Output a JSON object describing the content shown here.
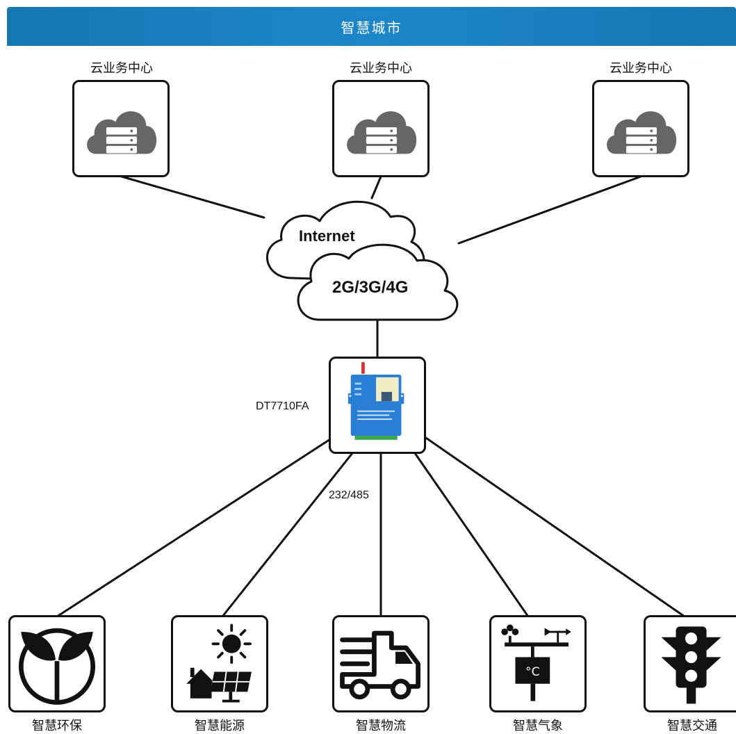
{
  "header": {
    "title": "智慧城市"
  },
  "cloud_centers": [
    {
      "label": "云业务中心",
      "icon": "cloud-server-icon"
    },
    {
      "label": "云业务中心",
      "icon": "cloud-server-icon"
    },
    {
      "label": "云业务中心",
      "icon": "cloud-server-icon"
    }
  ],
  "network": {
    "internet_label": "Internet",
    "cellular_label": "2G/3G/4G"
  },
  "device": {
    "label": "DT7710FA",
    "icon": "dtu-device-icon",
    "interface_label": "232/485"
  },
  "applications": [
    {
      "label": "智慧环保",
      "icon": "sprout-icon"
    },
    {
      "label": "智慧能源",
      "icon": "solar-energy-icon"
    },
    {
      "label": "智慧物流",
      "icon": "delivery-truck-icon"
    },
    {
      "label": "智慧气象",
      "icon": "weather-station-icon"
    },
    {
      "label": "智慧交通",
      "icon": "traffic-light-icon"
    }
  ],
  "colors": {
    "header": "#1a80c0",
    "device_body": "#2a7fd4",
    "icon_gray": "#666666"
  }
}
